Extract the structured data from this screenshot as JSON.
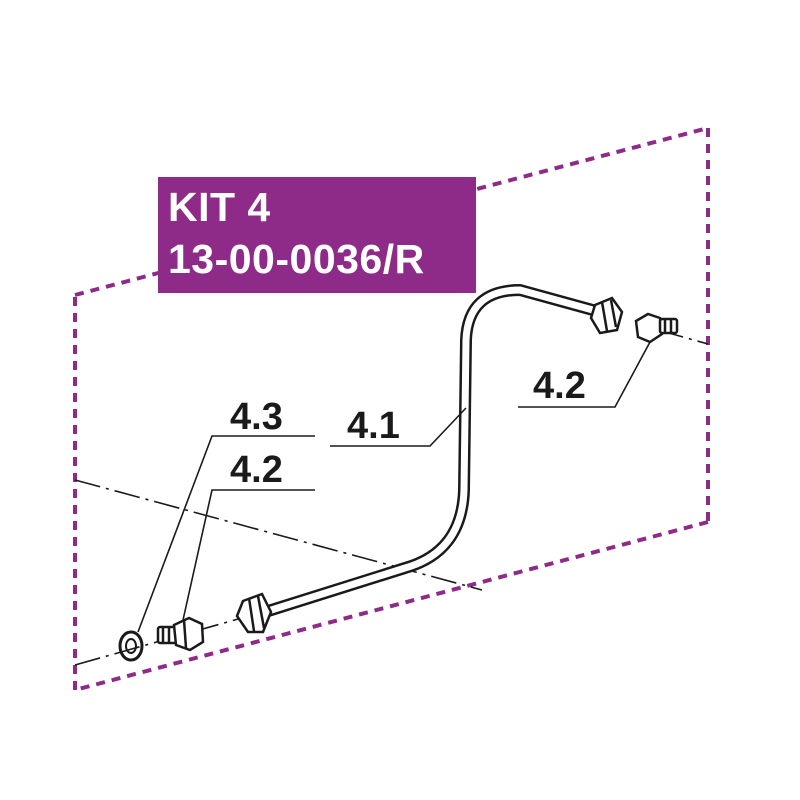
{
  "kit": {
    "title": "KIT 4",
    "part_number": "13-00-0036/R"
  },
  "callouts": {
    "pipe": "4.1",
    "fitting_right": "4.2",
    "fitting_left": "4.2",
    "washer": "4.3"
  },
  "colors": {
    "accent": "#8e2a87",
    "outline": "#8e2a87",
    "ink": "#1a1a1a"
  }
}
